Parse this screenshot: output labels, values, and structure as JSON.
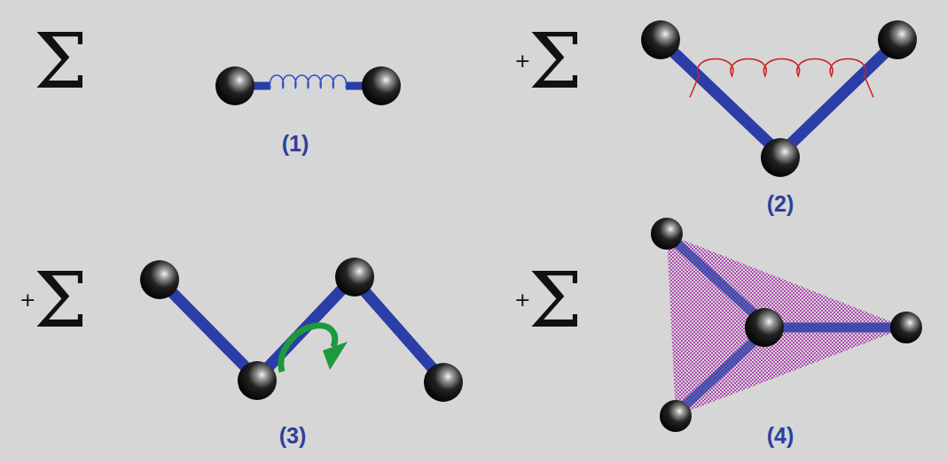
{
  "diagram": {
    "labels": [
      "Σ",
      "(1)",
      "+",
      "Σ",
      "(2)",
      "+",
      "Σ",
      "(3)",
      "+",
      "Σ",
      "(4)"
    ]
  }
}
